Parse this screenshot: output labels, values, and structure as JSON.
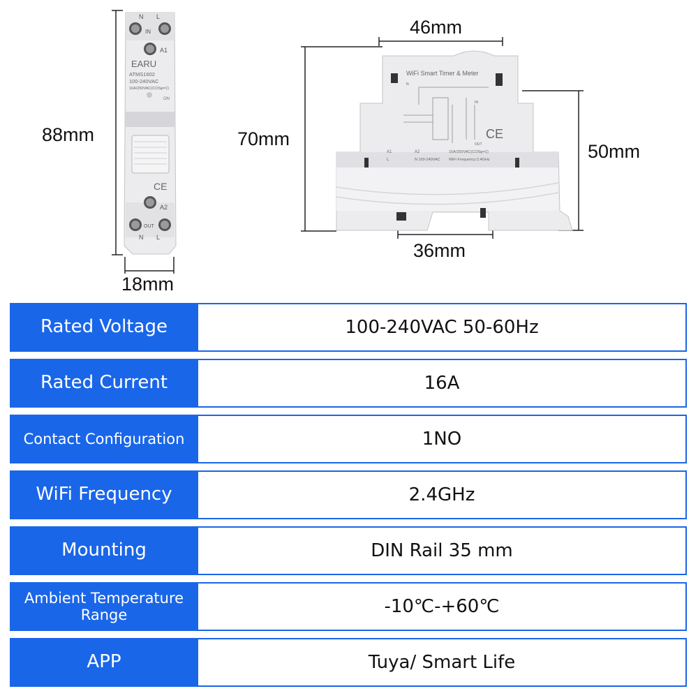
{
  "dimensions": {
    "height_left": "88mm",
    "width_left": "18mm",
    "width_top": "46mm",
    "height_mid": "70mm",
    "height_right": "50mm",
    "width_bottom": "36mm"
  },
  "device_front": {
    "terminal_top_n": "N",
    "terminal_top_l": "L",
    "terminal_in": "IN",
    "terminal_a1": "A1",
    "brand": "EARU",
    "model": "ATMS1602",
    "voltage": "100-240VAC",
    "rating": "16A/250VAC(COSφ=1)",
    "indicator": "ON",
    "terminal_a2": "A2",
    "terminal_out": "OUT",
    "terminal_bottom_n": "N",
    "terminal_bottom_l": "L",
    "mark": "CE"
  },
  "device_side": {
    "title": "WiFi Smart Timer & Meter",
    "rating_text": "16A/250VAC(COSφ=1)",
    "voltage_text": "N 100-240VAC",
    "wifi_text": "WiFi Frequency:2.4GHz",
    "label_a1": "A1",
    "label_a2": "A2",
    "label_l": "L",
    "label_n": "N",
    "label_in": "IN",
    "label_out": "OUT",
    "mark": "CE"
  },
  "specs": [
    {
      "key": "Rated Voltage",
      "value": "100-240VAC 50-60Hz"
    },
    {
      "key": "Rated Current",
      "value": "16A"
    },
    {
      "key": "Contact Configuration",
      "value": "1NO"
    },
    {
      "key": "WiFi Frequency",
      "value": "2.4GHz"
    },
    {
      "key": "Mounting",
      "value": "DIN Rail 35 mm"
    },
    {
      "key": "Ambient Temperature Range",
      "value": "-10℃-+60℃"
    },
    {
      "key": "APP",
      "value": "Tuya/ Smart Life"
    }
  ],
  "colors": {
    "accent": "#1a66e8",
    "device_body": "#e9e9eb",
    "device_shadow": "#cfcfd3"
  }
}
